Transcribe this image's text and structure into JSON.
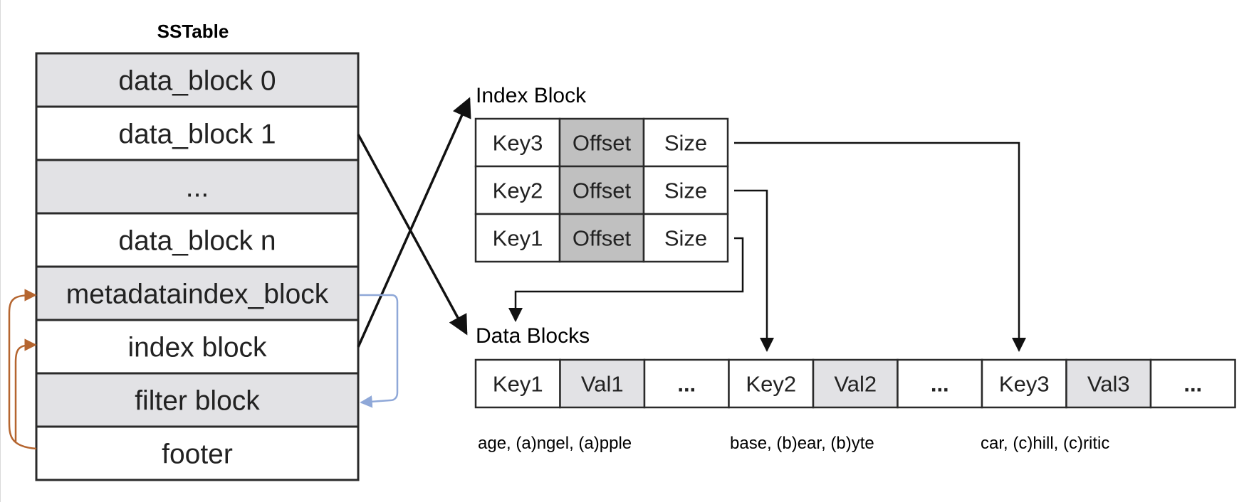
{
  "sstable": {
    "title": "SSTable",
    "blocks": [
      {
        "label": "data_block 0",
        "shade": "gray"
      },
      {
        "label": "data_block 1",
        "shade": "white"
      },
      {
        "label": "...",
        "shade": "gray"
      },
      {
        "label": "data_block n",
        "shade": "white"
      },
      {
        "label": "metadataindex_block",
        "shade": "gray"
      },
      {
        "label": "index block",
        "shade": "white"
      },
      {
        "label": "filter block",
        "shade": "gray"
      },
      {
        "label": "footer",
        "shade": "white"
      }
    ]
  },
  "index_block": {
    "title": "Index Block",
    "rows": [
      {
        "key": "Key3",
        "offset": "Offset",
        "size": "Size"
      },
      {
        "key": "Key2",
        "offset": "Offset",
        "size": "Size"
      },
      {
        "key": "Key1",
        "offset": "Offset",
        "size": "Size"
      }
    ]
  },
  "data_blocks": {
    "title": "Data Blocks",
    "cells": [
      "Key1",
      "Val1",
      "...",
      "Key2",
      "Val2",
      "...",
      "Key3",
      "Val3",
      "..."
    ],
    "captions": [
      "age, (a)ngel, (a)pple",
      "base, (b)ear, (b)yte",
      "car, (c)hill, (c)ritic"
    ]
  },
  "colors": {
    "block_gray": "#e2e2e5",
    "offset_gray": "#c0c0c0",
    "val_gray": "#e2e2e5",
    "border": "#2a2a2a",
    "footer_arrow": "#b5652f",
    "filter_arrow": "#8fa8d8",
    "arrow": "#111111"
  }
}
